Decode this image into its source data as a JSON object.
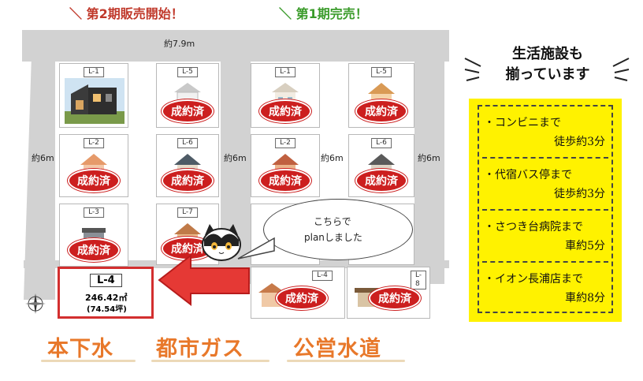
{
  "header": {
    "phase2": "第2期販売開始！",
    "phase1": "第1期完売！",
    "phase2_color": "#c0392b",
    "phase1_color": "#3a9b2a"
  },
  "map": {
    "road_width_top": "約7.9m",
    "road_left": "約6m",
    "road_center": "約6m",
    "road_mid": "約6m",
    "road_right": "約6m",
    "phase2_lots": [
      {
        "label": "L-1",
        "status": "",
        "image": "photo-house"
      },
      {
        "label": "L-2",
        "status": "成約済"
      },
      {
        "label": "L-3",
        "status": "成約済"
      },
      {
        "label": "L-5",
        "status": "成約済"
      },
      {
        "label": "L-6",
        "status": "成約済"
      },
      {
        "label": "L-7",
        "status": "成約済"
      }
    ],
    "phase1_lots": [
      {
        "label": "L-1",
        "status": "成約済"
      },
      {
        "label": "L-5",
        "status": "成約済"
      },
      {
        "label": "L-2",
        "status": "成約済"
      },
      {
        "label": "L-6",
        "status": "成約済"
      },
      {
        "label": "L-4",
        "status": "成約済"
      },
      {
        "label": "L-8",
        "status": "成約済"
      }
    ],
    "featured_lot": {
      "label": "L-4",
      "area_m2": "246.42㎡",
      "area_tsubo": "(74.54坪)",
      "border_color": "#d32f2f"
    },
    "callout": {
      "line1": "こちらで",
      "line2": "planしました"
    },
    "compass_icon": "compass-rose-icon",
    "arrow_icon": "red-arrow-left-icon",
    "mascot_icon": "cat-mascot-icon"
  },
  "utilities": [
    "本下水",
    "都市ガス",
    "公営水道"
  ],
  "facilities": {
    "title_line1": "生活施設も",
    "title_line2": "揃っています",
    "items": [
      {
        "name": "・コンビニまで",
        "time": "徒歩約3分"
      },
      {
        "name": "・代宿バス停まで",
        "time": "徒歩約3分"
      },
      {
        "name": "・さつき台病院まで",
        "time": "車約5分"
      },
      {
        "name": "・イオン長浦店まで",
        "time": "車約8分"
      }
    ],
    "box_color": "#fff200"
  }
}
